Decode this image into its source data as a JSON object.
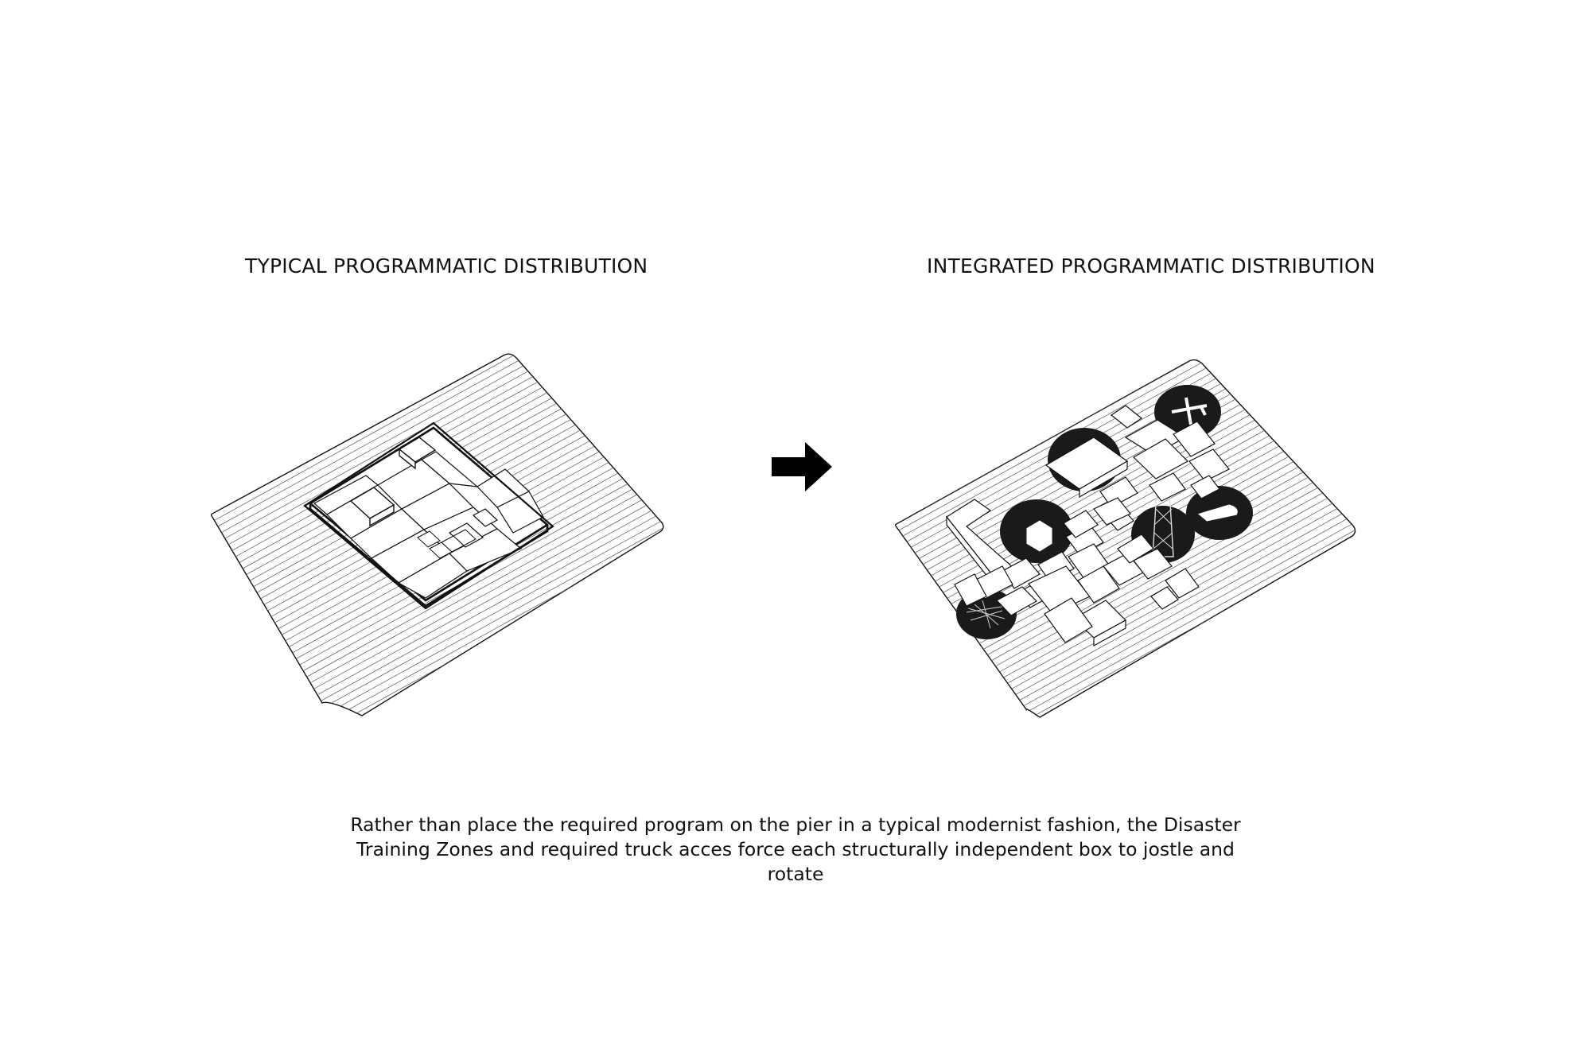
{
  "left_panel": {
    "title": "TYPICAL PROGRAMMATIC DISTRIBUTION"
  },
  "right_panel": {
    "title": "INTEGRATED PROGRAMMATIC DISTRIBUTION"
  },
  "arrow_icon": "right-arrow-icon",
  "caption": {
    "line1": "Rather than place the required program on the pier in a typical modernist fashion, the Disaster",
    "line2": "Training Zones and required truck acces force each structurally independent box to jostle and",
    "line3": "rotate"
  },
  "colors": {
    "background": "#ffffff",
    "ink": "#111111",
    "training_zone": "#1a1a1a"
  }
}
